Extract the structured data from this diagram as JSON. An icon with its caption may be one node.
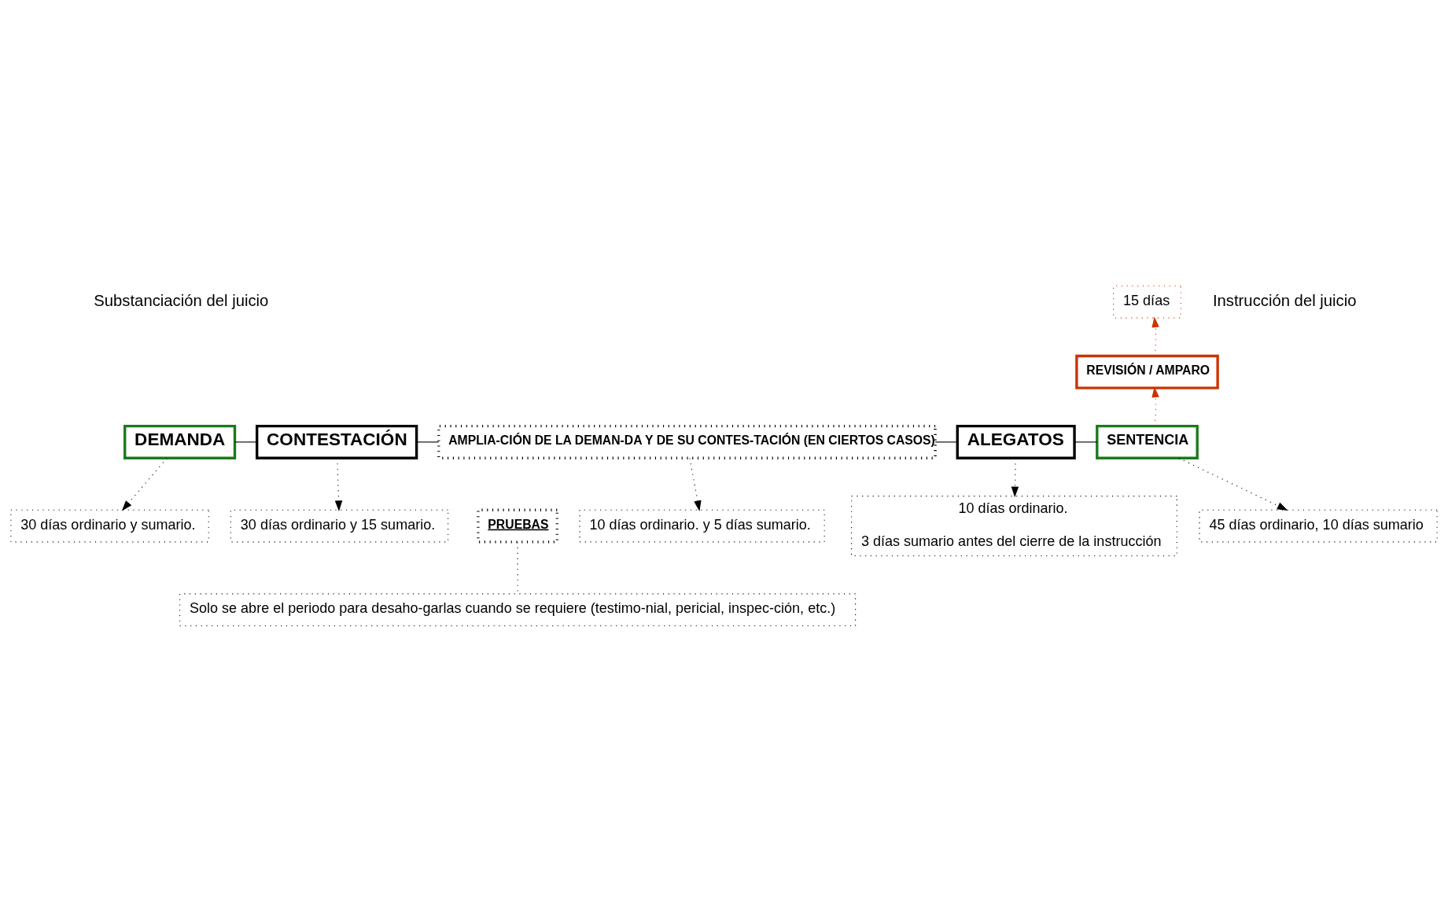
{
  "diagram": {
    "nodes": [
      {
        "text": [
          "DEMANDA"
        ]
      },
      {
        "text": [
          "CONTESTACIÓN"
        ]
      },
      {
        "text": [
          "AMPLIA-CIÓN DE LA DEMAN-DA Y DE SU CONTES-TACIÓN (EN CIERTOS CASOS)"
        ]
      },
      {
        "text": [
          "PRUEBAS"
        ]
      },
      {
        "text": [
          "ALEGATOS"
        ]
      },
      {
        "text": [
          "SENTENCIA"
        ]
      },
      {
        "text": [
          "REVISIÓN / AMPARO"
        ]
      },
      {
        "text": [
          "15 días"
        ]
      },
      {
        "text": [
          "30 días ordinario y sumario."
        ]
      },
      {
        "text": [
          "30 días ordinario y 15 sumario."
        ]
      },
      {
        "text": [
          "10 días ordinario. y 5 días sumario."
        ]
      },
      {
        "text": [
          "Solo se abre el periodo para desaho-garlas cuando se requiere (testimo-nial, pericial, inspec-ción, etc.)"
        ]
      },
      {
        "text": [
          "10 días ordinario.",
          "3 días sumario antes del cierre de la instrucción"
        ]
      },
      {
        "text": [
          "45 días ordinario, 10 días sumario"
        ]
      }
    ],
    "edges": [
      {
        "from": 0,
        "to": 1,
        "arrow": "none"
      },
      {
        "from": 1,
        "to": 2,
        "arrow": "none"
      },
      {
        "from": 2,
        "to": 4,
        "arrow": "none"
      },
      {
        "from": 4,
        "to": 5,
        "arrow": "none"
      },
      {
        "from": 5,
        "to": 6,
        "arrow": "to",
        "style": "dashed",
        "color": "#cc3300"
      },
      {
        "from": 6,
        "to": 7,
        "arrow": "to",
        "style": "dashed",
        "color": "#cc3300"
      },
      {
        "from": 0,
        "to": 8,
        "arrow": "to",
        "style": "dashed"
      },
      {
        "from": 1,
        "to": 9,
        "arrow": "to",
        "style": "dashed"
      },
      {
        "from": 2,
        "to": 10,
        "arrow": "to",
        "style": "dashed"
      },
      {
        "from": 3,
        "to": 11,
        "arrow": "none",
        "style": "dashed"
      },
      {
        "from": 4,
        "to": 12,
        "arrow": "to",
        "style": "dashed"
      },
      {
        "from": 5,
        "to": 13,
        "arrow": "to",
        "style": "dashed"
      }
    ],
    "labels": [
      "Instrucción del juicio",
      "Substanciación del juicio"
    ]
  }
}
